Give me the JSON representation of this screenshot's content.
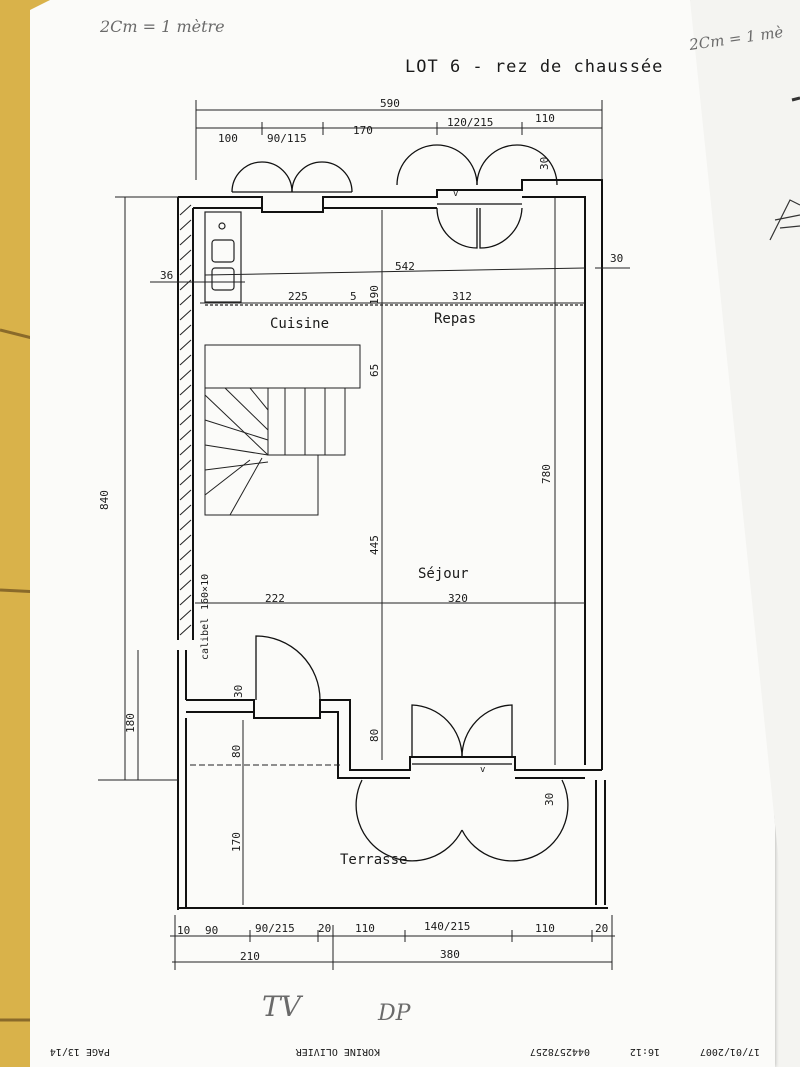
{
  "header": {
    "title": "LOT 6 - rez de chaussée",
    "scale_note": "2Cm = 1 mètre",
    "scale_note_second_sheet": "2Cm = 1 mè"
  },
  "rooms": {
    "kitchen": "Cuisine",
    "dining": "Repas",
    "living": "Séjour",
    "terrace": "Terrasse"
  },
  "dimensions": {
    "top_total": "590",
    "top_segments": [
      "100",
      "90/115",
      "170",
      "120/215",
      "110"
    ],
    "top_right_30": "30",
    "left_total": "840",
    "left_36": "36",
    "right_30": "30",
    "d542": "542",
    "d225": "225",
    "d5": "5",
    "d190": "190",
    "d312": "312",
    "d65": "65",
    "d780": "780",
    "d445": "445",
    "d160x10": "160×10",
    "calibel": "calibel",
    "d222": "222",
    "d320": "320",
    "d30_door": "30",
    "d180": "180",
    "d80_left": "80",
    "d80_mid": "80",
    "d170": "170",
    "d30_right": "30",
    "bottom_segments": [
      "10",
      "90",
      "90/215",
      "20",
      "110",
      "140/215",
      "110",
      "20"
    ],
    "bottom_totals": [
      "210",
      "380"
    ]
  },
  "marks": {
    "v1": "v",
    "v2": "v"
  },
  "signatures": {
    "initials_1": "TV",
    "initials_2": "DP"
  },
  "fax_footer": {
    "page": "PAGE 13/14",
    "name": "KORINE OLIVIER",
    "phone": "0442578257",
    "time": "16:12",
    "date": "17/01/2007"
  }
}
